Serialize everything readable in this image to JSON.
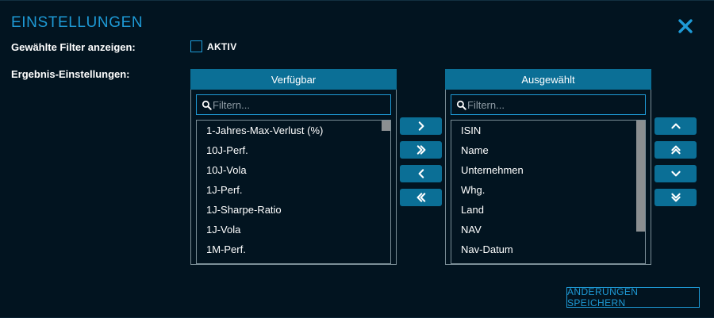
{
  "dialog": {
    "title": "EINSTELLUNGEN",
    "close_icon": "close-icon"
  },
  "form": {
    "show_filters_label": "Gewählte Filter anzeigen:",
    "results_settings_label": "Ergebnis-Einstellungen:",
    "active_checkbox": {
      "label": "AKTIV",
      "checked": false
    }
  },
  "available_panel": {
    "header": "Verfügbar",
    "search_placeholder": "Filtern...",
    "search_value": "",
    "search_icon": "search-icon",
    "items": [
      "1-Jahres-Max-Verlust (%)",
      "10J-Perf.",
      "10J-Vola",
      "1J-Perf.",
      "1J-Sharpe-Ratio",
      "1J-Vola",
      "1M-Perf."
    ],
    "scroll_thumb_top_pct": 0,
    "scroll_thumb_height_pct": 7
  },
  "selected_panel": {
    "header": "Ausgewählt",
    "search_placeholder": "Filtern...",
    "search_value": "",
    "search_icon": "search-icon",
    "items": [
      "ISIN",
      "Name",
      "Unternehmen",
      "Whg.",
      "Land",
      "NAV",
      "Nav-Datum"
    ],
    "scroll_thumb_top_pct": 0,
    "scroll_thumb_height_pct": 78
  },
  "transfer_buttons": [
    {
      "name": "move-right-button",
      "glyph": "chevron-right-icon"
    },
    {
      "name": "move-all-right-button",
      "glyph": "chevron-double-right-icon"
    },
    {
      "name": "move-left-button",
      "glyph": "chevron-left-icon"
    },
    {
      "name": "move-all-left-button",
      "glyph": "chevron-double-left-icon"
    }
  ],
  "reorder_buttons": [
    {
      "name": "move-up-button",
      "glyph": "chevron-up-icon"
    },
    {
      "name": "move-top-button",
      "glyph": "chevron-double-up-icon"
    },
    {
      "name": "move-down-button",
      "glyph": "chevron-down-icon"
    },
    {
      "name": "move-bottom-button",
      "glyph": "chevron-double-down-icon"
    }
  ],
  "footer": {
    "save_label": "ÄNDERUNGEN SPEICHERN"
  },
  "colors": {
    "background": "#021420",
    "accent": "#1e9ad6",
    "panel_header": "#0b6f96",
    "border": "#7b8e97",
    "text": "#ffffff",
    "placeholder": "#8d9aa3",
    "scrollbar": "#8b8f91"
  }
}
